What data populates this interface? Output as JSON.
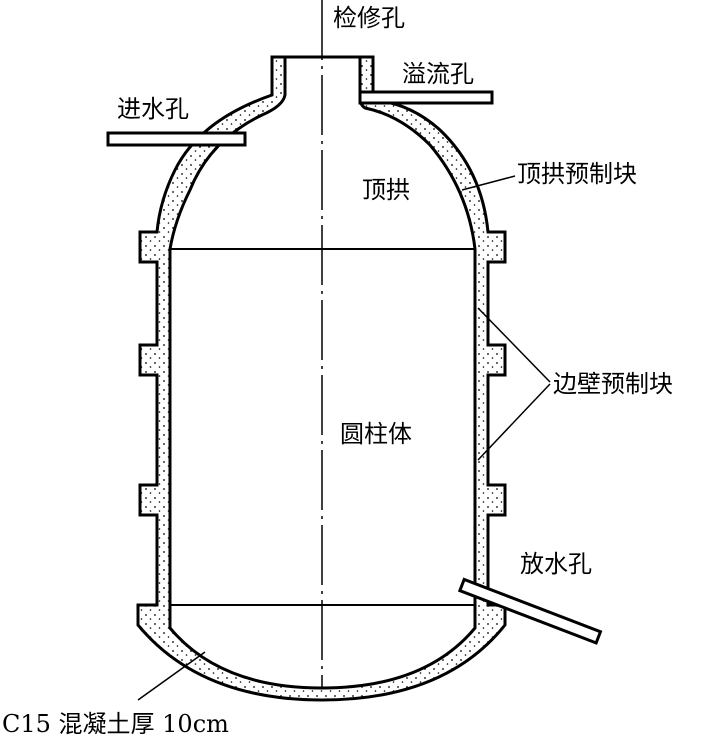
{
  "labels": {
    "manhole": "检修孔",
    "overflow": "溢流孔",
    "inlet": "进水孔",
    "dome": "顶拱",
    "dome_block": "顶拱预制块",
    "cylinder": "圆柱体",
    "wall_block": "边壁预制块",
    "drain": "放水孔",
    "concrete": "C15 混凝土厚 10cm"
  }
}
